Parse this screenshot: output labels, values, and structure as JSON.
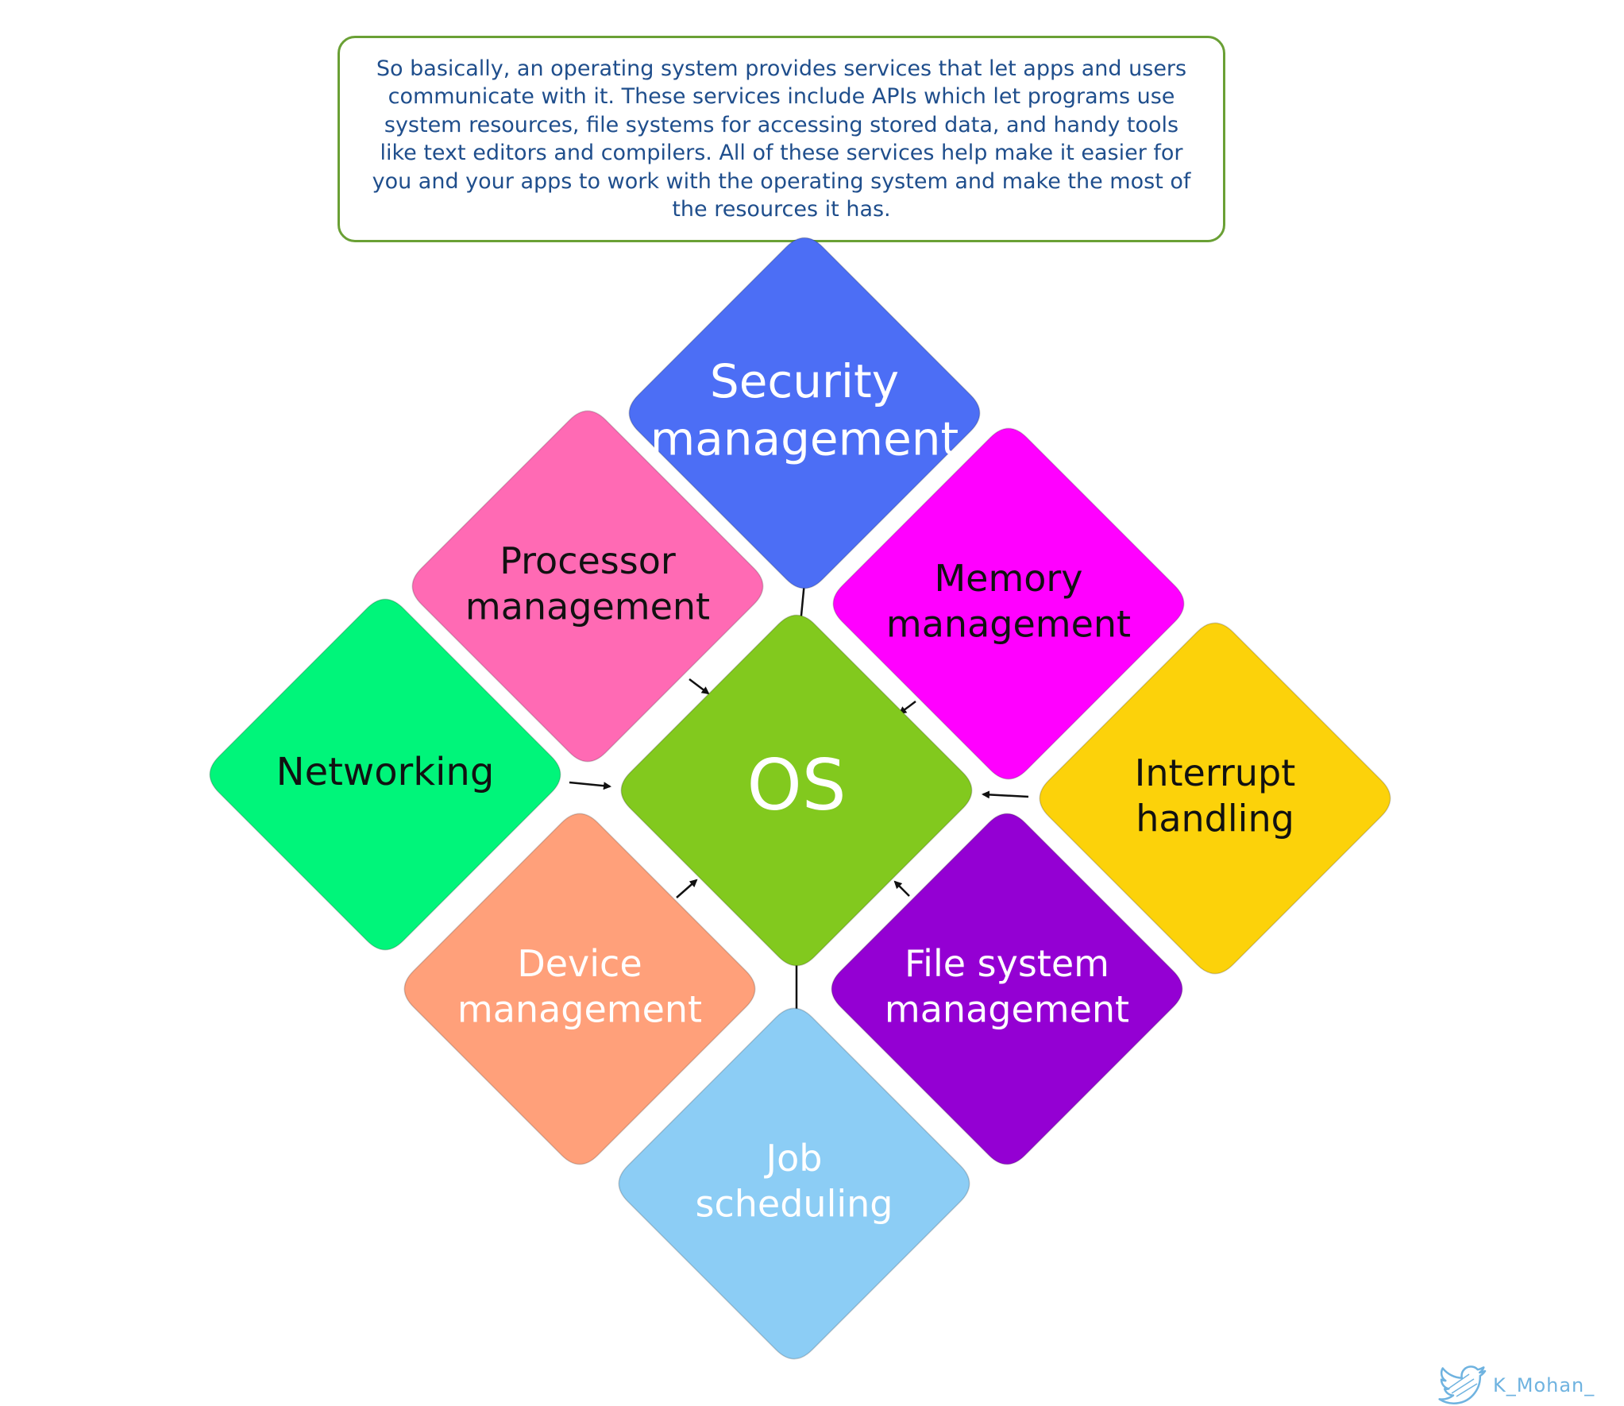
{
  "intro": {
    "text": "So basically, an operating system provides services that let apps and users communicate with it. These services include APIs which let programs use system resources, file systems for accessing stored data, and handy tools like text editors and compilers. All of these services help make it easier for you and your apps to work with the operating system and make the most of the resources it has."
  },
  "center": {
    "label": "OS",
    "color": "#82c91e",
    "text_color": "#ffffff"
  },
  "services": [
    {
      "key": "security",
      "lines": [
        "Security",
        "management"
      ],
      "color": "#4c6ef5",
      "text_color": "#ffffff"
    },
    {
      "key": "processor",
      "lines": [
        "Processor",
        "management"
      ],
      "color": "#ff6ab4",
      "text_color": "#111111"
    },
    {
      "key": "memory",
      "lines": [
        "Memory",
        "management"
      ],
      "color": "#ff00ff",
      "text_color": "#111111"
    },
    {
      "key": "networking",
      "lines": [
        "Networking"
      ],
      "color": "#00f57a",
      "text_color": "#111111"
    },
    {
      "key": "interrupt",
      "lines": [
        "Interrupt",
        "handling"
      ],
      "color": "#fcd20a",
      "text_color": "#111111"
    },
    {
      "key": "device",
      "lines": [
        "Device",
        "management"
      ],
      "color": "#ffa07a",
      "text_color": "#ffffff"
    },
    {
      "key": "filesystem",
      "lines": [
        "File system",
        "management"
      ],
      "color": "#9400d3",
      "text_color": "#ffffff"
    },
    {
      "key": "job",
      "lines": [
        "Job",
        "scheduling"
      ],
      "color": "#8ccdf5",
      "text_color": "#ffffff"
    }
  ],
  "credit": {
    "handle": "K_Mohan_",
    "icon": "twitter-bird-icon",
    "color": "#6fb3e0"
  }
}
